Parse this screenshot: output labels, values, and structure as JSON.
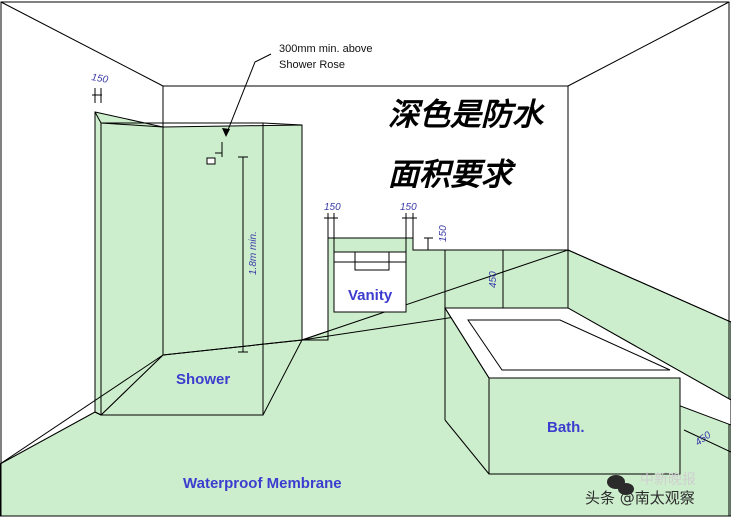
{
  "colors": {
    "membrane": "#cdeecd",
    "line": "#000000",
    "label": "#3c3ccf",
    "dimension": "#3a3aa8"
  },
  "annotation": {
    "title_line1": "深色是防水",
    "title_line2": "面积要求"
  },
  "shower_rose_note": {
    "line1": "300mm min. above",
    "line2": "Shower Rose"
  },
  "dimensions": {
    "wall_return": "150",
    "shower_height": "1.8m min.",
    "vanity_left": "150",
    "vanity_right": "150",
    "vanity_top": "150",
    "bath_wall": "450",
    "bath_side": "450"
  },
  "labels": {
    "shower": "Shower",
    "vanity": "Vanity",
    "bath": "Bath.",
    "floor": "Waterproof Membrane"
  },
  "watermark": {
    "faint": "中新晚报",
    "main": "头条 @南太观察",
    "icon": "wechat-bubble-icon"
  }
}
